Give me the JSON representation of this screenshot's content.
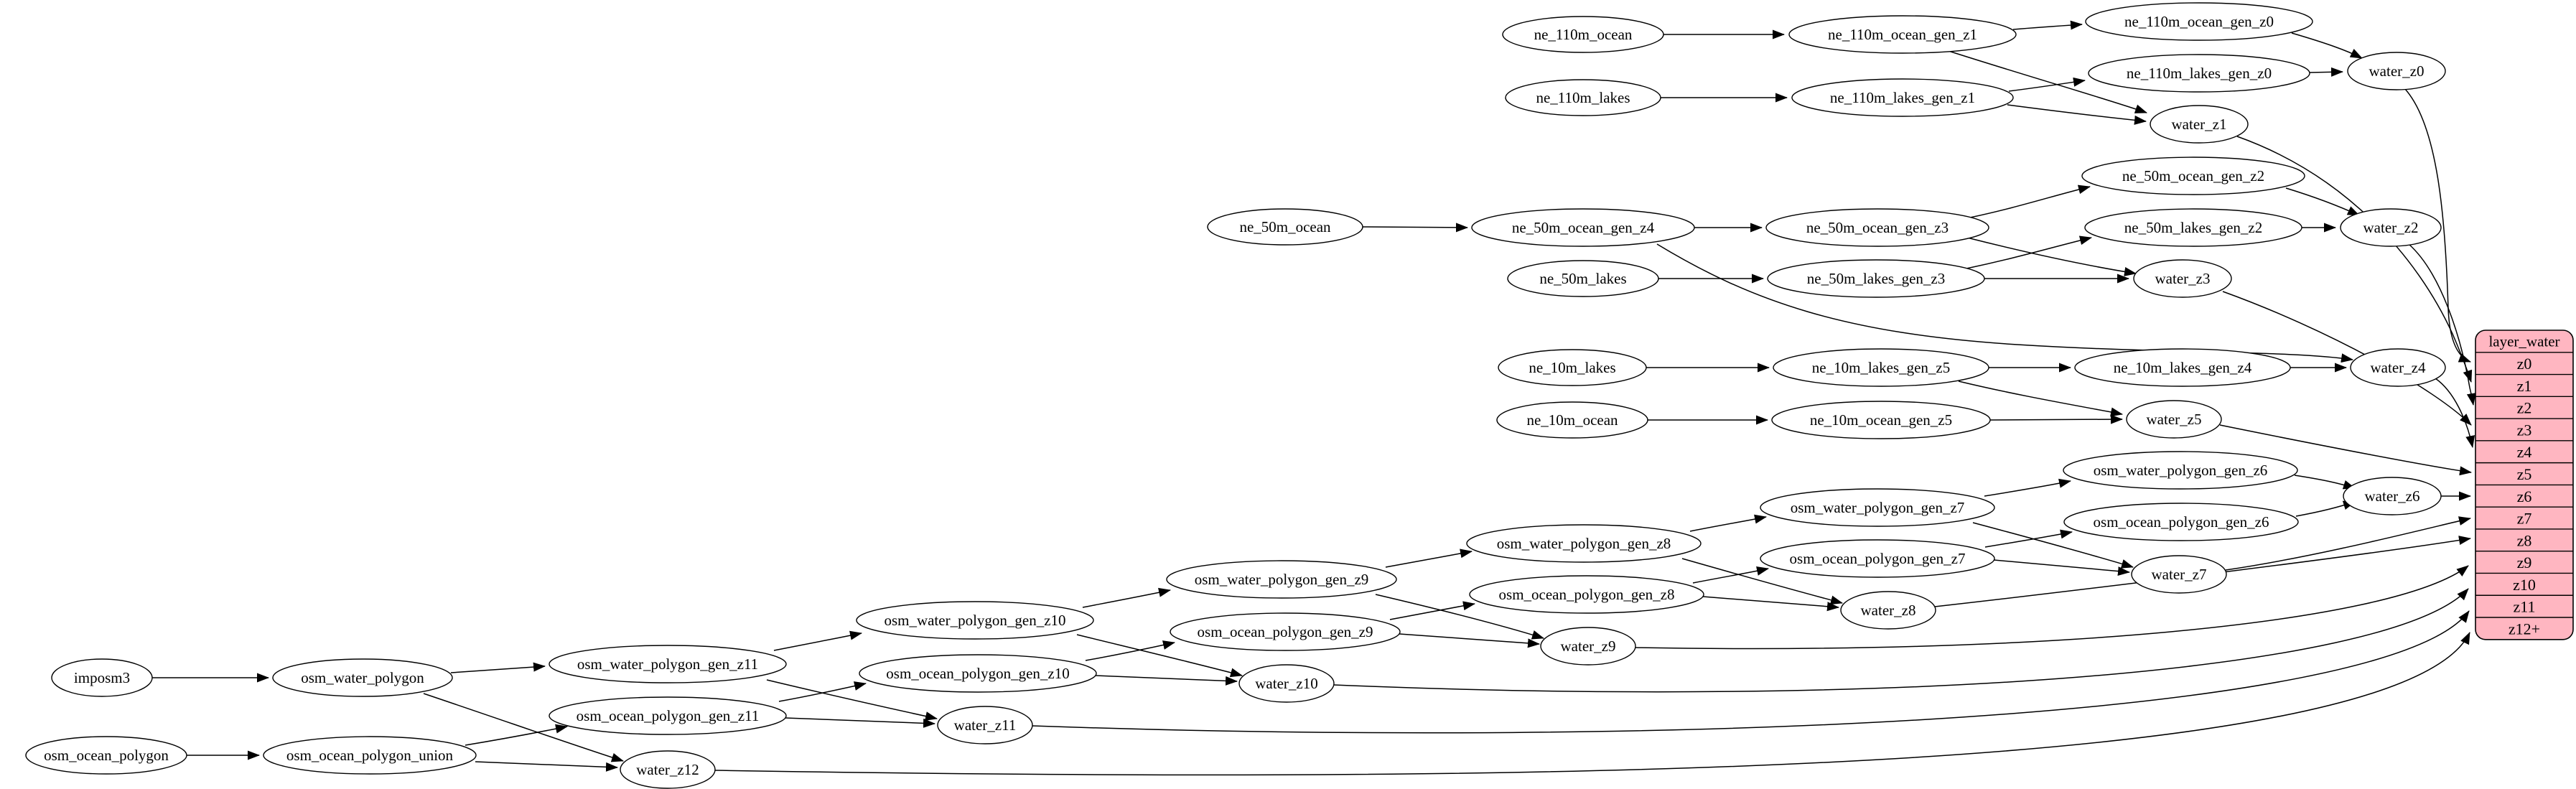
{
  "diagram": {
    "background_color": "#ffffff",
    "node_fill_color": "#ffffff",
    "node_stroke_color": "#000000",
    "edge_color": "#000000",
    "nodes": [
      {
        "id": "ne_110m_ocean",
        "label": "ne_110m_ocean"
      },
      {
        "id": "ne_110m_ocean_gen_z1",
        "label": "ne_110m_ocean_gen_z1"
      },
      {
        "id": "ne_110m_ocean_gen_z0",
        "label": "ne_110m_ocean_gen_z0"
      },
      {
        "id": "ne_110m_lakes",
        "label": "ne_110m_lakes"
      },
      {
        "id": "ne_110m_lakes_gen_z1",
        "label": "ne_110m_lakes_gen_z1"
      },
      {
        "id": "ne_110m_lakes_gen_z0",
        "label": "ne_110m_lakes_gen_z0"
      },
      {
        "id": "water_z0",
        "label": "water_z0"
      },
      {
        "id": "water_z1",
        "label": "water_z1"
      },
      {
        "id": "ne_50m_ocean",
        "label": "ne_50m_ocean"
      },
      {
        "id": "ne_50m_ocean_gen_z4",
        "label": "ne_50m_ocean_gen_z4"
      },
      {
        "id": "ne_50m_ocean_gen_z3",
        "label": "ne_50m_ocean_gen_z3"
      },
      {
        "id": "ne_50m_ocean_gen_z2",
        "label": "ne_50m_ocean_gen_z2"
      },
      {
        "id": "ne_50m_lakes",
        "label": "ne_50m_lakes"
      },
      {
        "id": "ne_50m_lakes_gen_z3",
        "label": "ne_50m_lakes_gen_z3"
      },
      {
        "id": "ne_50m_lakes_gen_z2",
        "label": "ne_50m_lakes_gen_z2"
      },
      {
        "id": "water_z2",
        "label": "water_z2"
      },
      {
        "id": "water_z3",
        "label": "water_z3"
      },
      {
        "id": "ne_10m_lakes",
        "label": "ne_10m_lakes"
      },
      {
        "id": "ne_10m_lakes_gen_z5",
        "label": "ne_10m_lakes_gen_z5"
      },
      {
        "id": "ne_10m_lakes_gen_z4",
        "label": "ne_10m_lakes_gen_z4"
      },
      {
        "id": "water_z4",
        "label": "water_z4"
      },
      {
        "id": "ne_10m_ocean",
        "label": "ne_10m_ocean"
      },
      {
        "id": "ne_10m_ocean_gen_z5",
        "label": "ne_10m_ocean_gen_z5"
      },
      {
        "id": "water_z5",
        "label": "water_z5"
      },
      {
        "id": "osm_water_polygon_gen_z6",
        "label": "osm_water_polygon_gen_z6"
      },
      {
        "id": "osm_ocean_polygon_gen_z6",
        "label": "osm_ocean_polygon_gen_z6"
      },
      {
        "id": "water_z6",
        "label": "water_z6"
      },
      {
        "id": "osm_water_polygon_gen_z7",
        "label": "osm_water_polygon_gen_z7"
      },
      {
        "id": "osm_ocean_polygon_gen_z7",
        "label": "osm_ocean_polygon_gen_z7"
      },
      {
        "id": "water_z7",
        "label": "water_z7"
      },
      {
        "id": "osm_water_polygon_gen_z8",
        "label": "osm_water_polygon_gen_z8"
      },
      {
        "id": "osm_ocean_polygon_gen_z8",
        "label": "osm_ocean_polygon_gen_z8"
      },
      {
        "id": "water_z8",
        "label": "water_z8"
      },
      {
        "id": "osm_water_polygon_gen_z9",
        "label": "osm_water_polygon_gen_z9"
      },
      {
        "id": "osm_ocean_polygon_gen_z9",
        "label": "osm_ocean_polygon_gen_z9"
      },
      {
        "id": "water_z9",
        "label": "water_z9"
      },
      {
        "id": "osm_water_polygon_gen_z10",
        "label": "osm_water_polygon_gen_z10"
      },
      {
        "id": "osm_ocean_polygon_gen_z10",
        "label": "osm_ocean_polygon_gen_z10"
      },
      {
        "id": "water_z10",
        "label": "water_z10"
      },
      {
        "id": "osm_water_polygon_gen_z11",
        "label": "osm_water_polygon_gen_z11"
      },
      {
        "id": "osm_ocean_polygon_gen_z11",
        "label": "osm_ocean_polygon_gen_z11"
      },
      {
        "id": "water_z11",
        "label": "water_z11"
      },
      {
        "id": "imposm3",
        "label": "imposm3"
      },
      {
        "id": "osm_water_polygon",
        "label": "osm_water_polygon"
      },
      {
        "id": "osm_ocean_polygon",
        "label": "osm_ocean_polygon"
      },
      {
        "id": "osm_ocean_polygon_union",
        "label": "osm_ocean_polygon_union"
      },
      {
        "id": "water_z12",
        "label": "water_z12"
      }
    ],
    "edges": [
      {
        "from": "ne_110m_ocean",
        "to": "ne_110m_ocean_gen_z1"
      },
      {
        "from": "ne_110m_ocean_gen_z1",
        "to": "ne_110m_ocean_gen_z0"
      },
      {
        "from": "ne_110m_ocean_gen_z1",
        "to": "water_z1"
      },
      {
        "from": "ne_110m_lakes",
        "to": "ne_110m_lakes_gen_z1"
      },
      {
        "from": "ne_110m_lakes_gen_z1",
        "to": "ne_110m_lakes_gen_z0"
      },
      {
        "from": "ne_110m_lakes_gen_z1",
        "to": "water_z1"
      },
      {
        "from": "ne_110m_ocean_gen_z0",
        "to": "water_z0"
      },
      {
        "from": "ne_110m_lakes_gen_z0",
        "to": "water_z0"
      },
      {
        "from": "water_z0",
        "to": "row:z0"
      },
      {
        "from": "water_z1",
        "to": "row:z1"
      },
      {
        "from": "ne_50m_ocean",
        "to": "ne_50m_ocean_gen_z4"
      },
      {
        "from": "ne_50m_ocean_gen_z4",
        "to": "ne_50m_ocean_gen_z3"
      },
      {
        "from": "ne_50m_ocean_gen_z4",
        "to": "water_z4"
      },
      {
        "from": "ne_50m_ocean_gen_z3",
        "to": "ne_50m_ocean_gen_z2"
      },
      {
        "from": "ne_50m_ocean_gen_z3",
        "to": "water_z3"
      },
      {
        "from": "ne_50m_lakes",
        "to": "ne_50m_lakes_gen_z3"
      },
      {
        "from": "ne_50m_lakes_gen_z3",
        "to": "ne_50m_lakes_gen_z2"
      },
      {
        "from": "ne_50m_lakes_gen_z3",
        "to": "water_z3"
      },
      {
        "from": "ne_50m_ocean_gen_z2",
        "to": "water_z2"
      },
      {
        "from": "ne_50m_lakes_gen_z2",
        "to": "water_z2"
      },
      {
        "from": "water_z2",
        "to": "row:z2"
      },
      {
        "from": "water_z3",
        "to": "row:z3"
      },
      {
        "from": "ne_10m_lakes",
        "to": "ne_10m_lakes_gen_z5"
      },
      {
        "from": "ne_10m_lakes_gen_z5",
        "to": "ne_10m_lakes_gen_z4"
      },
      {
        "from": "ne_10m_lakes_gen_z5",
        "to": "water_z5"
      },
      {
        "from": "ne_10m_lakes_gen_z4",
        "to": "water_z4"
      },
      {
        "from": "water_z4",
        "to": "row:z4"
      },
      {
        "from": "ne_10m_ocean",
        "to": "ne_10m_ocean_gen_z5"
      },
      {
        "from": "ne_10m_ocean_gen_z5",
        "to": "water_z5"
      },
      {
        "from": "water_z5",
        "to": "row:z5"
      },
      {
        "from": "imposm3",
        "to": "osm_water_polygon"
      },
      {
        "from": "osm_water_polygon",
        "to": "osm_water_polygon_gen_z11"
      },
      {
        "from": "osm_water_polygon",
        "to": "water_z12"
      },
      {
        "from": "osm_ocean_polygon",
        "to": "osm_ocean_polygon_union"
      },
      {
        "from": "osm_ocean_polygon_union",
        "to": "osm_ocean_polygon_gen_z11"
      },
      {
        "from": "osm_ocean_polygon_union",
        "to": "water_z12"
      },
      {
        "from": "osm_water_polygon_gen_z11",
        "to": "osm_water_polygon_gen_z10"
      },
      {
        "from": "osm_water_polygon_gen_z11",
        "to": "water_z11"
      },
      {
        "from": "osm_ocean_polygon_gen_z11",
        "to": "osm_ocean_polygon_gen_z10"
      },
      {
        "from": "osm_ocean_polygon_gen_z11",
        "to": "water_z11"
      },
      {
        "from": "osm_water_polygon_gen_z10",
        "to": "osm_water_polygon_gen_z9"
      },
      {
        "from": "osm_water_polygon_gen_z10",
        "to": "water_z10"
      },
      {
        "from": "osm_ocean_polygon_gen_z10",
        "to": "osm_ocean_polygon_gen_z9"
      },
      {
        "from": "osm_ocean_polygon_gen_z10",
        "to": "water_z10"
      },
      {
        "from": "osm_water_polygon_gen_z9",
        "to": "osm_water_polygon_gen_z8"
      },
      {
        "from": "osm_water_polygon_gen_z9",
        "to": "water_z9"
      },
      {
        "from": "osm_ocean_polygon_gen_z9",
        "to": "osm_ocean_polygon_gen_z8"
      },
      {
        "from": "osm_ocean_polygon_gen_z9",
        "to": "water_z9"
      },
      {
        "from": "osm_water_polygon_gen_z8",
        "to": "osm_water_polygon_gen_z7"
      },
      {
        "from": "osm_water_polygon_gen_z8",
        "to": "water_z8"
      },
      {
        "from": "osm_ocean_polygon_gen_z8",
        "to": "osm_ocean_polygon_gen_z7"
      },
      {
        "from": "osm_ocean_polygon_gen_z8",
        "to": "water_z8"
      },
      {
        "from": "osm_water_polygon_gen_z7",
        "to": "osm_water_polygon_gen_z6"
      },
      {
        "from": "osm_water_polygon_gen_z7",
        "to": "water_z7"
      },
      {
        "from": "osm_ocean_polygon_gen_z7",
        "to": "osm_ocean_polygon_gen_z6"
      },
      {
        "from": "osm_ocean_polygon_gen_z7",
        "to": "water_z7"
      },
      {
        "from": "osm_water_polygon_gen_z6",
        "to": "water_z6"
      },
      {
        "from": "osm_ocean_polygon_gen_z6",
        "to": "water_z6"
      },
      {
        "from": "water_z6",
        "to": "row:z6"
      },
      {
        "from": "water_z7",
        "to": "row:z7"
      },
      {
        "from": "water_z8",
        "to": "row:z8"
      },
      {
        "from": "water_z9",
        "to": "row:z9"
      },
      {
        "from": "water_z10",
        "to": "row:z10"
      },
      {
        "from": "water_z11",
        "to": "row:z11"
      },
      {
        "from": "water_z12",
        "to": "row:z12+"
      }
    ],
    "table": {
      "title": "layer_water",
      "rows": [
        "z0",
        "z1",
        "z2",
        "z3",
        "z4",
        "z5",
        "z6",
        "z7",
        "z8",
        "z9",
        "z10",
        "z11",
        "z12+"
      ],
      "fill_color": "#ffb6c1",
      "stroke_color": "#000000"
    }
  }
}
